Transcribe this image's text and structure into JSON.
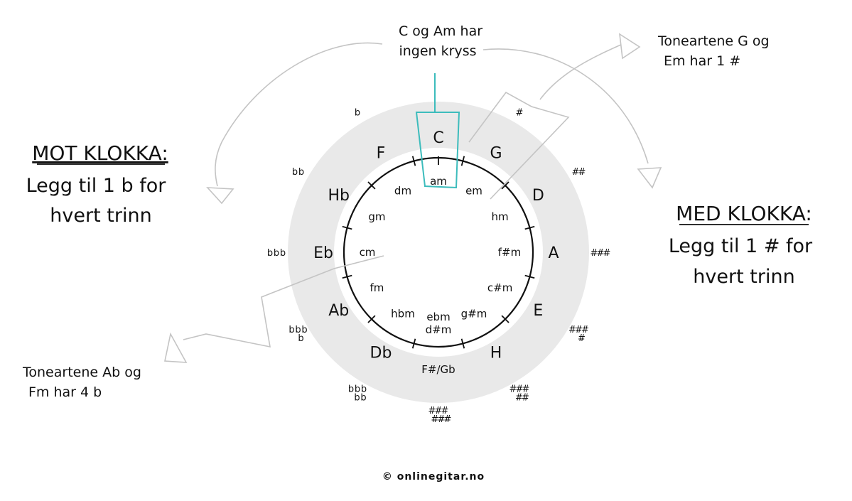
{
  "title": "",
  "colors": {
    "outer_ring": "#e9e9e9",
    "highlight": "#3cbcbc",
    "arrow": "#c4c4c4",
    "ink": "#111111"
  },
  "circle": {
    "major_keys": [
      "C",
      "G",
      "D",
      "A",
      "E",
      "H",
      "F#/Gb",
      "Db",
      "Ab",
      "Eb",
      "Hb",
      "F"
    ],
    "minor_keys": [
      "am",
      "em",
      "hm",
      "f#m",
      "c#m",
      "g#m",
      "ebm d#m",
      "hbm",
      "fm",
      "cm",
      "gm",
      "dm"
    ],
    "accidentals_count": [
      0,
      1,
      2,
      3,
      4,
      5,
      6,
      5,
      4,
      3,
      2,
      1
    ],
    "accidentals_symbol": [
      "",
      "#",
      "#",
      "#",
      "#",
      "#",
      "#",
      "b",
      "b",
      "b",
      "b",
      "b"
    ]
  },
  "notes": {
    "top": [
      "C og Am har",
      "ingen kryss"
    ],
    "top_right": [
      "Toneartene G og",
      "Em har 1 #"
    ],
    "bottom_left": [
      "Toneartene Ab og",
      "Fm har 4 b"
    ]
  },
  "left_block": {
    "heading": "MOT KLOKKA:",
    "lines": [
      "Legg til 1 b for",
      "hvert trinn"
    ]
  },
  "right_block": {
    "heading": "MED KLOKKA:",
    "lines": [
      "Legg til 1 # for",
      "hvert trinn"
    ]
  },
  "footer": "© onlinegitar.no"
}
